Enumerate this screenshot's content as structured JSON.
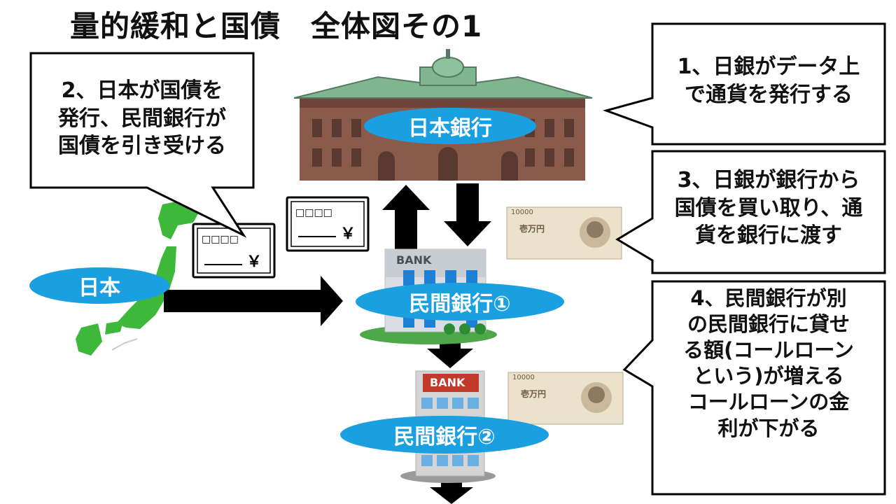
{
  "title": "量的緩和と国債　全体図その1",
  "labels": {
    "boj": "日本銀行",
    "japan": "日本",
    "bank1": "民間銀行①",
    "bank2": "民間銀行②"
  },
  "callouts": {
    "c1": "1、日銀がデータ上\nで通貨を発行する",
    "c2": "2、日本が国債を\n発行、民間銀行が\n国債を引き受ける",
    "c3": "3、日銀が銀行から\n国債を買い取り、通\n貨を銀行に渡す",
    "c4": "4、民間銀行が別\nの民間銀行に貸せ\nる額(コールローン\nという)が増える\nコールローンの金\n利が下がる"
  },
  "bond": {
    "digits": "□□□□",
    "yen": "￥"
  },
  "bank_sign": "BANK",
  "banknote": {
    "denomination": "10000",
    "face": "壱万円"
  },
  "colors": {
    "label_blue": "#1a9fe0",
    "japan_green": "#3db83a",
    "arrow": "#000000"
  }
}
